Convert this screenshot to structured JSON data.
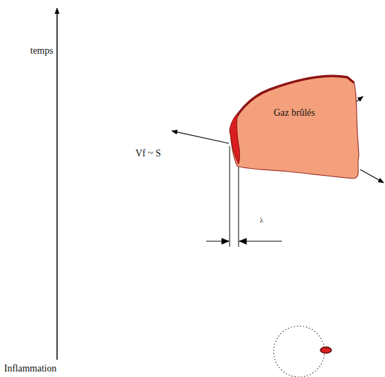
{
  "diagram": {
    "nodes": [
      {
        "text": [
          "Gaz brûlés"
        ]
      }
    ],
    "edges": [],
    "labels": [
      "temps",
      "Vf ~ S",
      "λ",
      "Inflammation"
    ]
  }
}
